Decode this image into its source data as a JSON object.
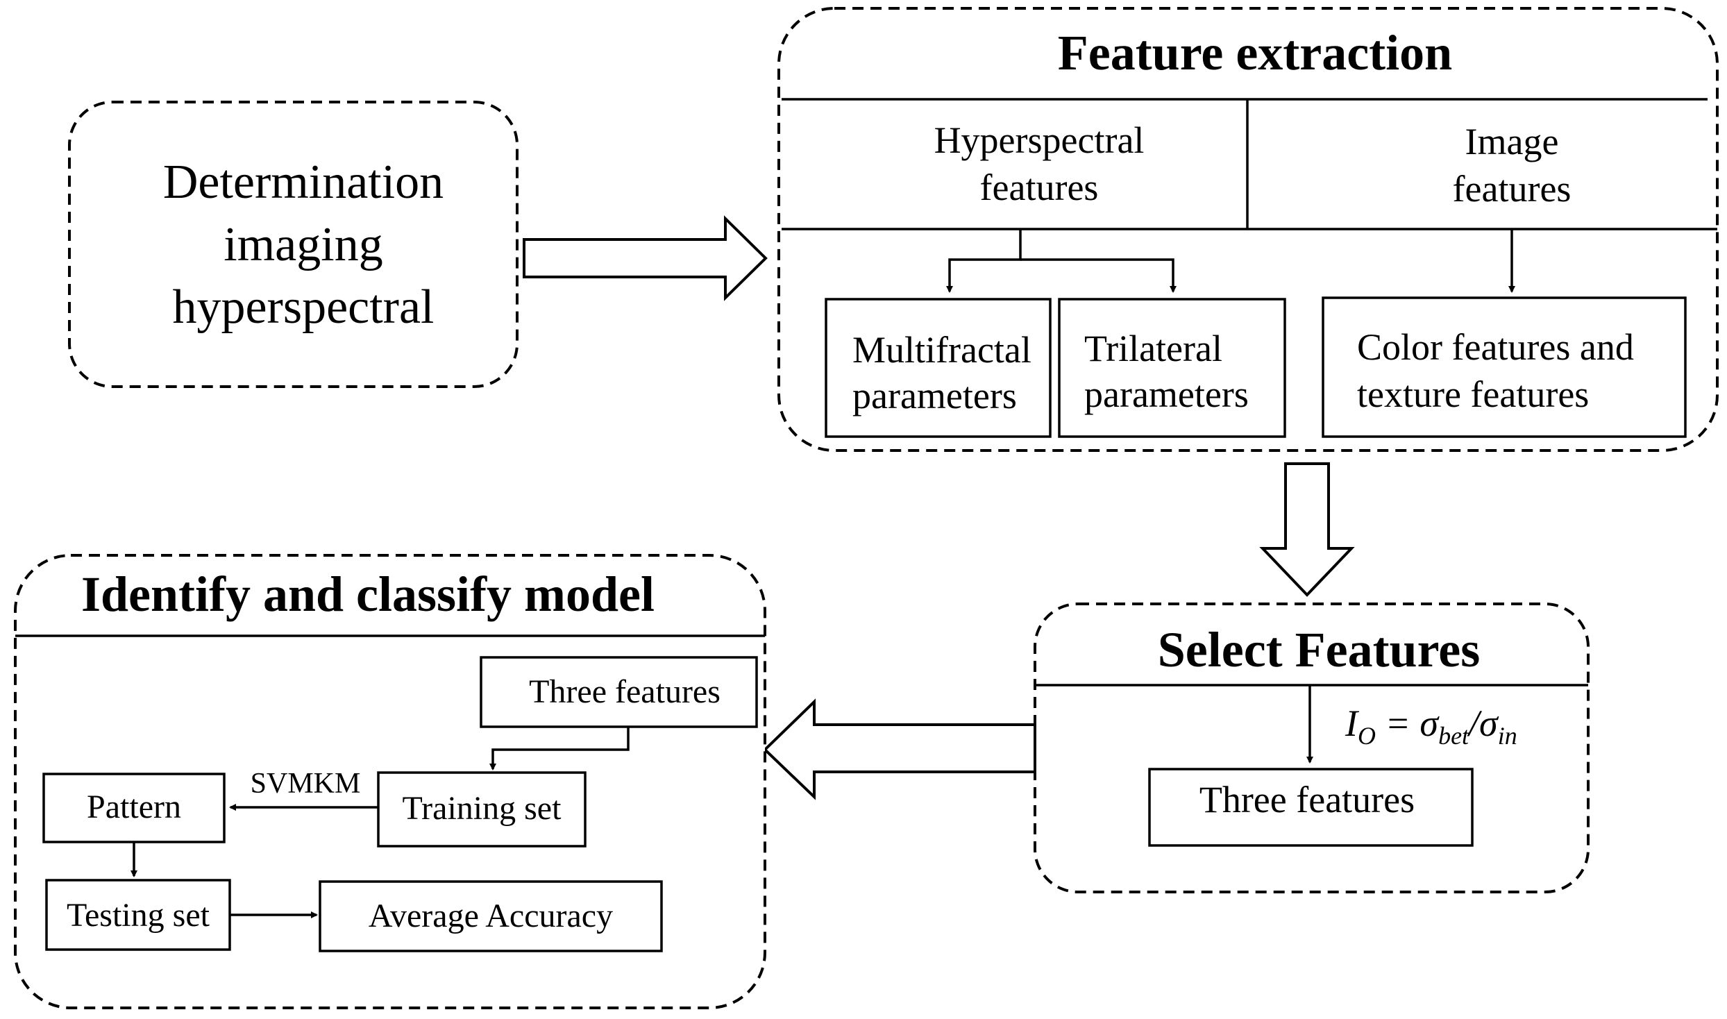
{
  "input_block": {
    "line1": "Determination",
    "line2": "imaging",
    "line3": "hyperspectral"
  },
  "feature_extraction": {
    "title": "Feature extraction",
    "hyperspectral": {
      "line1": "Hyperspectral",
      "line2": "features"
    },
    "image": {
      "line1": "Image",
      "line2": "features"
    },
    "multifractal": {
      "line1": "Multifractal",
      "line2": "parameters"
    },
    "trilateral": {
      "line1": "Trilateral",
      "line2": "parameters"
    },
    "color_texture": {
      "line1": "Color features and",
      "line2": "texture features"
    }
  },
  "select_features": {
    "title": "Select Features",
    "formula": {
      "lhs": "I",
      "lhs_sub": "O",
      "eq": " = σ",
      "sub1": "bet",
      "slash": "/σ",
      "sub2": "in"
    },
    "result": "Three features"
  },
  "classify_model": {
    "title": "Identify and classify model",
    "three_features": "Three features",
    "training_set": "Training set",
    "svmkm_label": "SVMKM",
    "pattern": "Pattern",
    "testing_set": "Testing set",
    "average_accuracy": "Average Accuracy"
  }
}
